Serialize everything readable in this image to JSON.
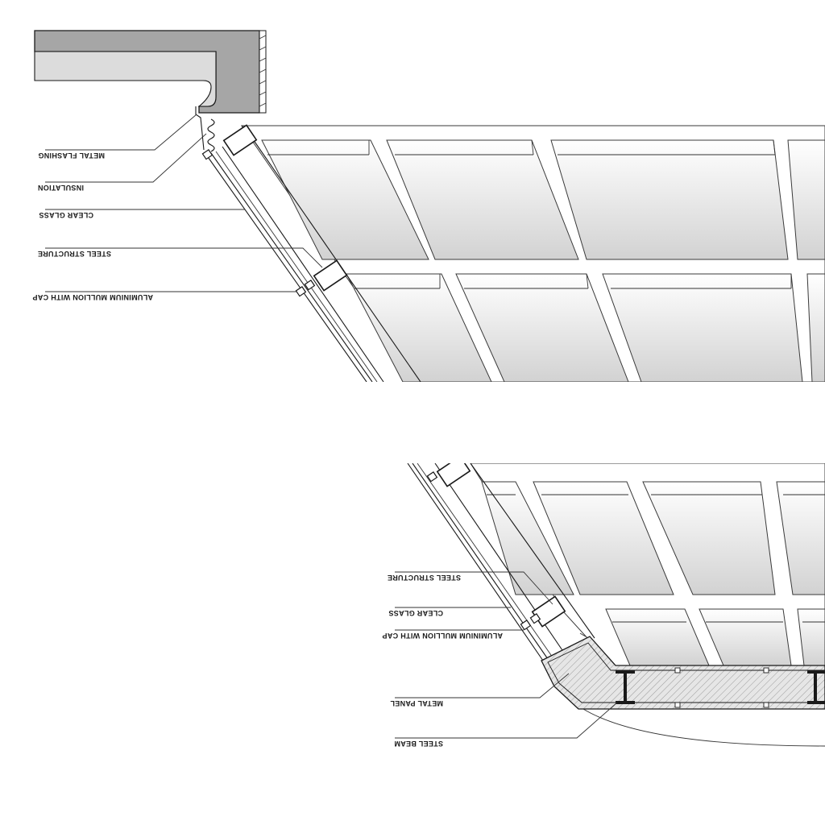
{
  "top_detail": {
    "labels": {
      "metal_flashing": "METAL FLASHING",
      "insulation": "INSULATION",
      "clear_glass": "CLEAR GLASS",
      "steel_structure": "STEEL STRUCTURE",
      "aluminium_mullion": "ALUMINIUM MULLION WITH CAP"
    }
  },
  "bottom_detail": {
    "labels": {
      "steel_structure": "STEEL STRUCTURE",
      "clear_glass": "CLEAR GLASS",
      "aluminium_mullion": "ALUMINIUM MULLION WITH CAP",
      "metal_panel": "METAL PANEL",
      "steel_beam": "STEEL BEAM"
    }
  },
  "colors": {
    "line": "#1a1a1a",
    "concrete": "#a6a6a6",
    "glass_light": "#ffffff",
    "glass_dark": "#d4d4d4",
    "hatch": "#9a9a9a"
  }
}
